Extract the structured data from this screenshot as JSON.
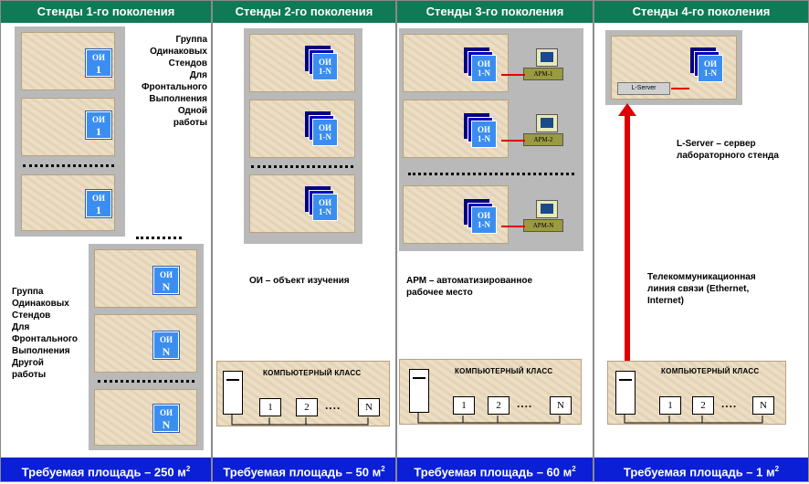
{
  "columns": [
    {
      "header": "Стенды 1-го поколения",
      "footer": "Требуемая площадь – 250 м",
      "sup": "2"
    },
    {
      "header": "Стенды 2-го поколения",
      "footer": "Требуемая площадь – 50 м",
      "sup": "2"
    },
    {
      "header": "Стенды 3-го поколения",
      "footer": "Требуемая площадь – 60 м",
      "sup": "2"
    },
    {
      "header": "Стенды 4-го поколения",
      "footer": "Требуемая площадь – 1 м",
      "sup": "2"
    }
  ],
  "oi": {
    "top": "ОИ",
    "n1": "1",
    "nN": "N",
    "range": "1-N"
  },
  "col1": {
    "group1": [
      "Группа",
      "Одинаковых",
      "Стендов",
      "Для",
      "Фронтального",
      "Выполнения",
      "Одной",
      "работы"
    ],
    "group2": [
      "Группа",
      "Одинаковых",
      "Стендов",
      "Для",
      "Фронтального",
      "Выполнения",
      "Другой",
      "работы"
    ]
  },
  "col2": {
    "caption": "ОИ – объект изучения"
  },
  "col3": {
    "caption_line1": "АРМ – автоматизированное",
    "caption_line2": "рабочее место",
    "arm": [
      "АРМ-1",
      "АРМ-2",
      "АРМ-N"
    ]
  },
  "col4": {
    "lserver": "L-Server",
    "caption_line1": "L-Server – сервер",
    "caption_line2": "лабораторного стенда",
    "link_line1": "Телекоммуникационная",
    "link_line2": "линия связи (Ethernet,",
    "link_line3": "Internet)"
  },
  "classroom": {
    "label": "КОМПЬЮТЕРНЫЙ КЛАСС",
    "pcs": [
      "1",
      "2",
      "N"
    ],
    "dots": "····"
  },
  "colors": {
    "header": "#0f7a55",
    "footer": "#0a1fd6",
    "link": "#e00000"
  }
}
